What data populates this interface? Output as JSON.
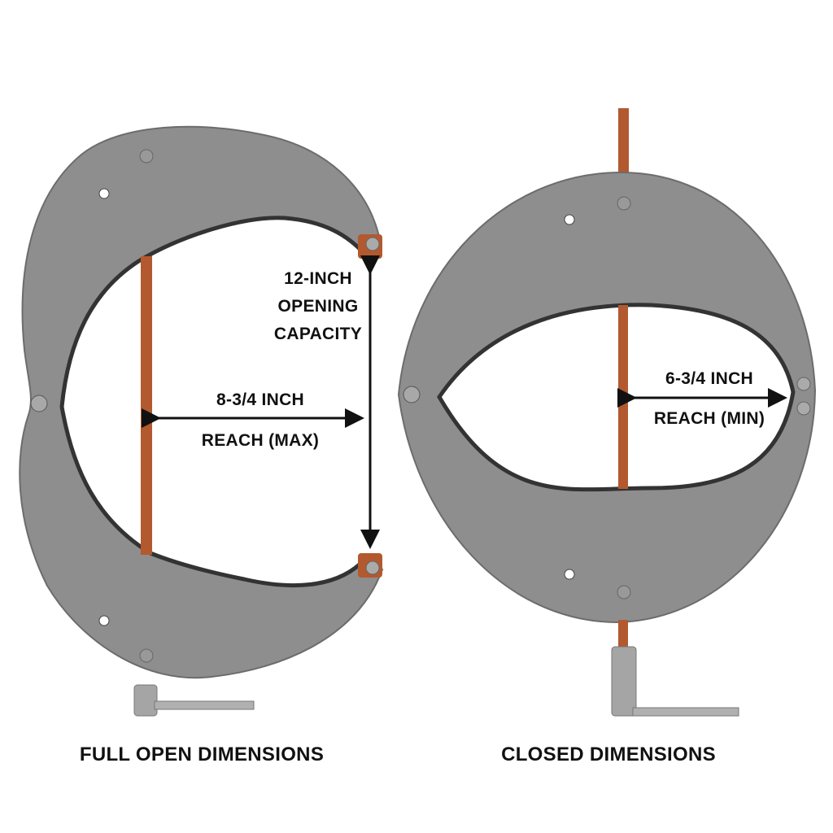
{
  "colors": {
    "steel": "#8e8e8e",
    "steel_edge": "#3a3a3a",
    "copper": "#b3592f",
    "text": "#111111"
  },
  "left_panel": {
    "opening_line1": "12-INCH",
    "opening_line2": "OPENING",
    "opening_line3": "CAPACITY",
    "reach_line1": "8-3/4 INCH",
    "reach_line2": "REACH (MAX)",
    "caption": "FULL OPEN DIMENSIONS"
  },
  "right_panel": {
    "reach_line1": "6-3/4 INCH",
    "reach_line2": "REACH (MIN)",
    "caption": "CLOSED DIMENSIONS"
  }
}
